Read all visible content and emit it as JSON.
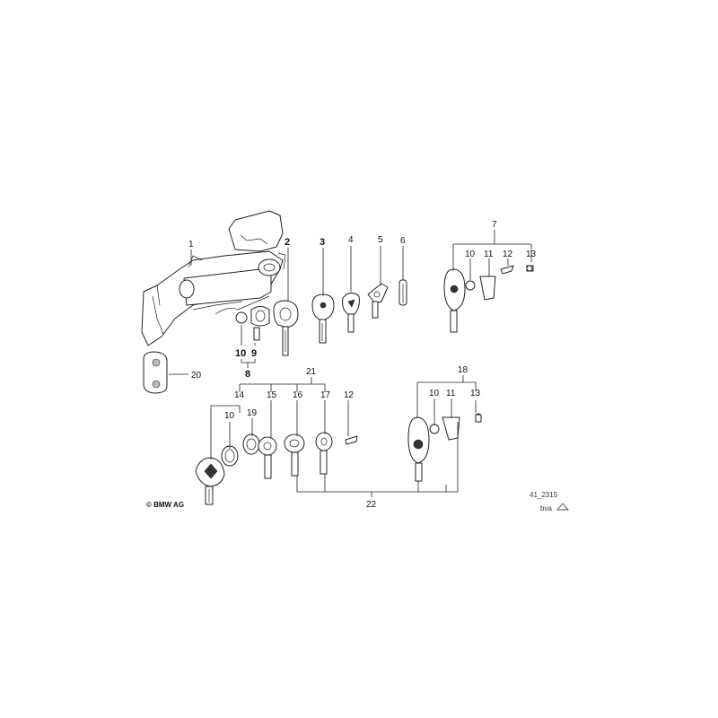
{
  "callouts": {
    "c1": "1",
    "c2": "2",
    "c3": "3",
    "c4": "4",
    "c5": "5",
    "c6": "6",
    "c7": "7",
    "c7_10": "10",
    "c7_11": "11",
    "c7_12": "12",
    "c7_13": "13",
    "c8": "8",
    "c9": "9",
    "c10a": "10",
    "c20": "20",
    "c21": "21",
    "c14": "14",
    "c15": "15",
    "c16": "16",
    "c17": "17",
    "c12": "12",
    "c14_10": "10",
    "c19": "19",
    "c18": "18",
    "c18_10": "10",
    "c18_11": "11",
    "c18_13": "13",
    "c22": "22"
  },
  "footer": {
    "copyright": "© BMW AG",
    "diagram_id": "41_2315",
    "revision": "bva"
  }
}
